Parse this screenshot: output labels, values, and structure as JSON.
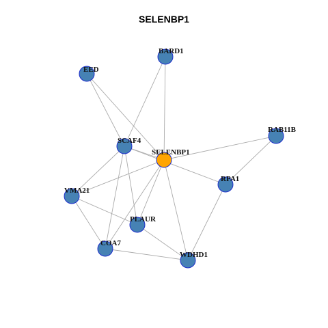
{
  "title": "SELENBP1",
  "colors": {
    "node_fill": "#4682B4",
    "node_stroke": "#1E2ECC",
    "center_fill": "#FFA500",
    "center_stroke": "#1E2ECC",
    "edge": "#AAAAAA"
  },
  "nodes": [
    {
      "id": "BARD1",
      "label": "BARD1",
      "center": false
    },
    {
      "id": "EED",
      "label": "EED",
      "center": false
    },
    {
      "id": "RAB11B",
      "label": "RAB11B",
      "center": false
    },
    {
      "id": "SCAF4",
      "label": "SCAF4",
      "center": false
    },
    {
      "id": "SELENBP1",
      "label": "SELENBP1",
      "center": true
    },
    {
      "id": "RPA1",
      "label": "RPA1",
      "center": false
    },
    {
      "id": "VMA21",
      "label": "VMA21",
      "center": false
    },
    {
      "id": "PLAUR",
      "label": "PLAUR",
      "center": false
    },
    {
      "id": "COA7",
      "label": "COA7",
      "center": false
    },
    {
      "id": "WDHD1",
      "label": "WDHD1",
      "center": false
    }
  ],
  "edges": [
    [
      "EED",
      "SCAF4"
    ],
    [
      "EED",
      "SELENBP1"
    ],
    [
      "BARD1",
      "SCAF4"
    ],
    [
      "BARD1",
      "SELENBP1"
    ],
    [
      "RAB11B",
      "SELENBP1"
    ],
    [
      "RAB11B",
      "RPA1"
    ],
    [
      "SCAF4",
      "SELENBP1"
    ],
    [
      "SCAF4",
      "RPA1"
    ],
    [
      "SCAF4",
      "VMA21"
    ],
    [
      "SCAF4",
      "PLAUR"
    ],
    [
      "SCAF4",
      "COA7"
    ],
    [
      "SELENBP1",
      "VMA21"
    ],
    [
      "SELENBP1",
      "PLAUR"
    ],
    [
      "SELENBP1",
      "COA7"
    ],
    [
      "SELENBP1",
      "WDHD1"
    ],
    [
      "RPA1",
      "WDHD1"
    ],
    [
      "VMA21",
      "PLAUR"
    ],
    [
      "VMA21",
      "COA7"
    ],
    [
      "PLAUR",
      "WDHD1"
    ],
    [
      "COA7",
      "WDHD1"
    ]
  ]
}
